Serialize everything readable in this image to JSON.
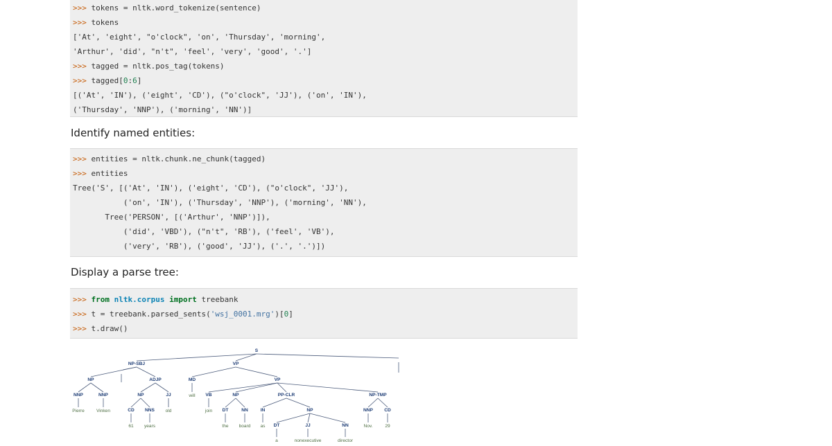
{
  "code_block_1": [
    [
      {
        "t": ">>> ",
        "c": "prompt"
      },
      {
        "t": "tokens = nltk.word_tokenize(sentence)",
        "c": ""
      }
    ],
    [
      {
        "t": ">>> ",
        "c": "prompt"
      },
      {
        "t": "tokens",
        "c": ""
      }
    ],
    [
      {
        "t": "['At', 'eight', \"o'clock\", 'on', 'Thursday', 'morning',",
        "c": ""
      }
    ],
    [
      {
        "t": "'Arthur', 'did', \"n't\", 'feel', 'very', 'good', '.']",
        "c": ""
      }
    ],
    [
      {
        "t": ">>> ",
        "c": "prompt"
      },
      {
        "t": "tagged = nltk.pos_tag(tokens)",
        "c": ""
      }
    ],
    [
      {
        "t": ">>> ",
        "c": "prompt"
      },
      {
        "t": "tagged[",
        "c": ""
      },
      {
        "t": "0",
        "c": "num"
      },
      {
        "t": ":",
        "c": ""
      },
      {
        "t": "6",
        "c": "num"
      },
      {
        "t": "]",
        "c": ""
      }
    ],
    [
      {
        "t": "[('At', 'IN'), ('eight', 'CD'), (\"o'clock\", 'JJ'), ('on', 'IN'),",
        "c": ""
      }
    ],
    [
      {
        "t": "('Thursday', 'NNP'), ('morning', 'NN')]",
        "c": ""
      }
    ]
  ],
  "heading_1": "Identify named entities:",
  "code_block_2": [
    [
      {
        "t": ">>> ",
        "c": "prompt"
      },
      {
        "t": "entities = nltk.chunk.ne_chunk(tagged)",
        "c": ""
      }
    ],
    [
      {
        "t": ">>> ",
        "c": "prompt"
      },
      {
        "t": "entities",
        "c": ""
      }
    ],
    [
      {
        "t": "Tree('S', [('At', 'IN'), ('eight', 'CD'), (\"o'clock\", 'JJ'),",
        "c": ""
      }
    ],
    [
      {
        "t": "           ('on', 'IN'), ('Thursday', 'NNP'), ('morning', 'NN'),",
        "c": ""
      }
    ],
    [
      {
        "t": "       Tree('PERSON', [('Arthur', 'NNP')]),",
        "c": ""
      }
    ],
    [
      {
        "t": "           ('did', 'VBD'), (\"n't\", 'RB'), ('feel', 'VB'),",
        "c": ""
      }
    ],
    [
      {
        "t": "           ('very', 'RB'), ('good', 'JJ'), ('.', '.')])",
        "c": ""
      }
    ]
  ],
  "heading_2": "Display a parse tree:",
  "code_block_3": [
    [
      {
        "t": ">>> ",
        "c": "prompt"
      },
      {
        "t": "from",
        "c": "kw"
      },
      {
        "t": " ",
        "c": ""
      },
      {
        "t": "nltk.corpus",
        "c": "mod"
      },
      {
        "t": " ",
        "c": ""
      },
      {
        "t": "import",
        "c": "kw"
      },
      {
        "t": " treebank",
        "c": ""
      }
    ],
    [
      {
        "t": ">>> ",
        "c": "prompt"
      },
      {
        "t": "t = treebank.parsed_sents(",
        "c": ""
      },
      {
        "t": "'wsj_0001.mrg'",
        "c": "str"
      },
      {
        "t": ")[",
        "c": ""
      },
      {
        "t": "0",
        "c": "num"
      },
      {
        "t": "]",
        "c": ""
      }
    ],
    [
      {
        "t": ">>> ",
        "c": "prompt"
      },
      {
        "t": "t.draw()",
        "c": ""
      }
    ]
  ],
  "parse_tree": {
    "labels": [
      "S",
      "NP-SBJ",
      "VP",
      "NP",
      "ADJP",
      "MD",
      "VP",
      "NNP",
      "NNP",
      "NP",
      "JJ",
      "VB",
      "NP",
      "PP-CLR",
      "NP-TMP",
      "CD",
      "NNS",
      "DT",
      "NN",
      "IN",
      "NP",
      "NNP",
      "CD",
      "DT",
      "JJ",
      "NN"
    ],
    "words": [
      "Pierre",
      "Vinken",
      "61",
      "years",
      "old",
      "will",
      "join",
      "the",
      "board",
      "as",
      "a",
      "nonexecutive",
      "director",
      "Nov.",
      "29"
    ],
    "edges": [
      [
        "S",
        "NP-SBJ"
      ],
      [
        "S",
        "VP"
      ],
      [
        "S",
        "."
      ],
      [
        "NP-SBJ",
        "NP"
      ],
      [
        "NP-SBJ",
        "ADJP"
      ],
      [
        "NP-SBJ",
        ","
      ],
      [
        "VP",
        "MD"
      ],
      [
        "VP",
        "VP2"
      ],
      [
        "NP",
        "NNP1"
      ],
      [
        "NP",
        "NNP2"
      ],
      [
        "ADJP",
        "NP2"
      ],
      [
        "ADJP",
        "JJ"
      ],
      [
        "VP2",
        "VB"
      ],
      [
        "VP2",
        "NP3"
      ],
      [
        "VP2",
        "PP-CLR"
      ],
      [
        "VP2",
        "NP-TMP"
      ],
      [
        "NP2",
        "CD"
      ],
      [
        "NP2",
        "NNS"
      ],
      [
        "NP3",
        "DT"
      ],
      [
        "NP3",
        "NN"
      ],
      [
        "PP-CLR",
        "IN"
      ],
      [
        "PP-CLR",
        "NP4"
      ],
      [
        "NP4",
        "DT2"
      ],
      [
        "NP4",
        "JJ2"
      ],
      [
        "NP4",
        "NN2"
      ],
      [
        "NP-TMP",
        "NNP3"
      ],
      [
        "NP-TMP",
        "CD2"
      ]
    ],
    "colors": {
      "label": "#1d3c75",
      "word": "#507045",
      "line": "#4a5a7a"
    }
  },
  "colors": {
    "code_bg": "#eeeeee",
    "prompt": "#c65d09",
    "keyword": "#007020",
    "module": "#0e84b5",
    "string": "#4070a0",
    "number": "#208050"
  }
}
